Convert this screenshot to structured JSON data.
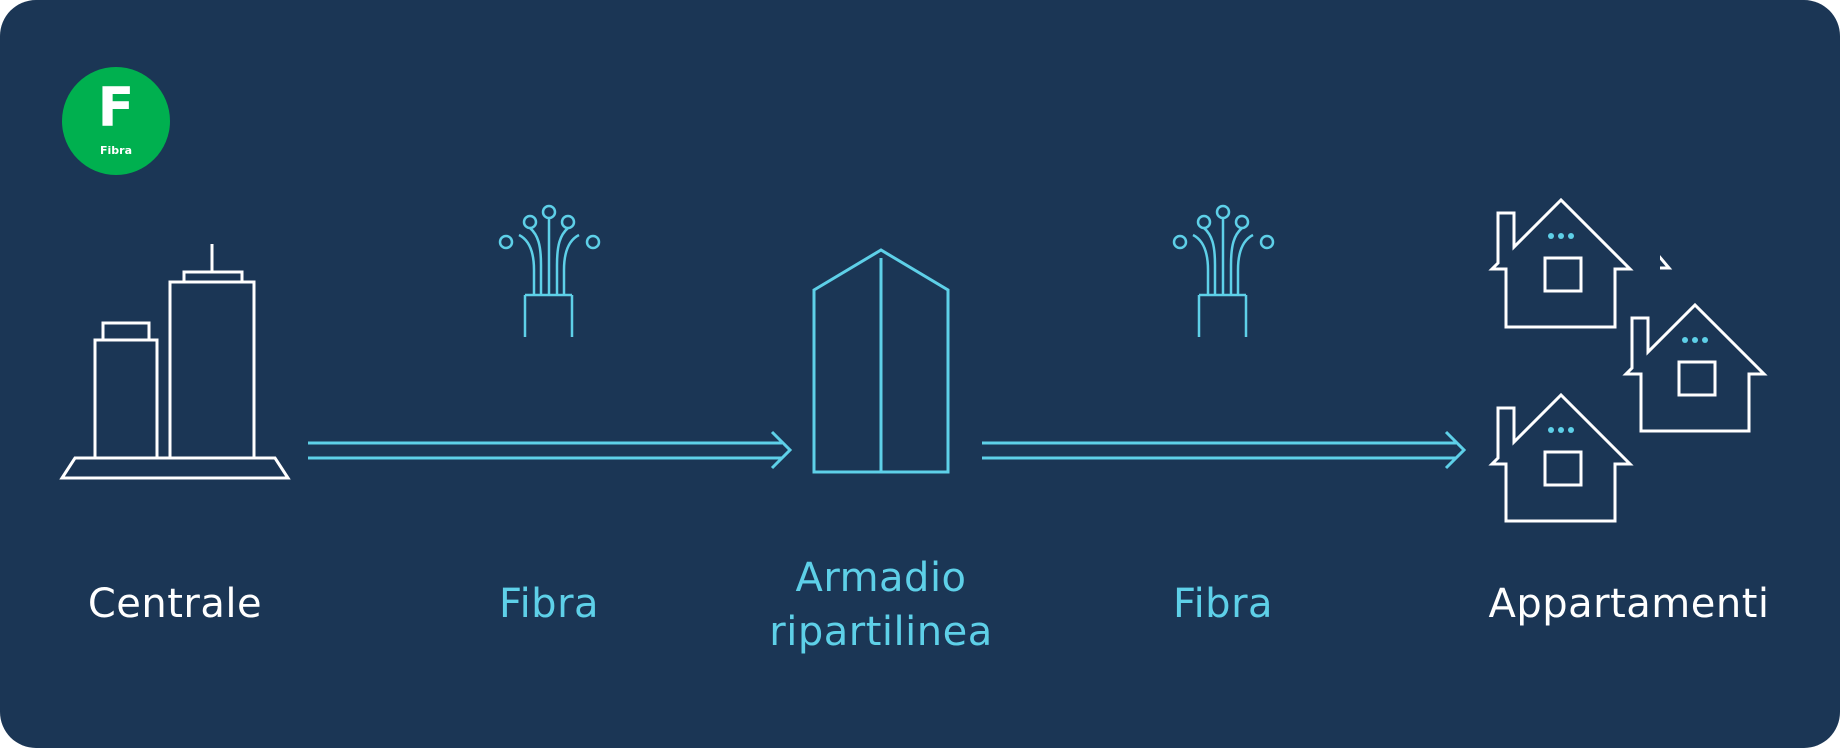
{
  "badge": {
    "letter": "F",
    "caption": "Fibra"
  },
  "stages": [
    {
      "label": "Centrale",
      "icon": "central-office-icon"
    },
    {
      "label": "Fibra",
      "icon": "fiber-optic-icon"
    },
    {
      "label_line1": "Armadio",
      "label_line2": "ripartilinea",
      "icon": "distribution-cabinet-icon"
    },
    {
      "label": "Fibra",
      "icon": "fiber-optic-icon"
    },
    {
      "label": "Appartamenti",
      "icon": "house-icon"
    }
  ],
  "colors": {
    "background": "#1b3655",
    "badge": "#00b04f",
    "accent": "#5ed0e8",
    "foreground": "#ffffff"
  }
}
